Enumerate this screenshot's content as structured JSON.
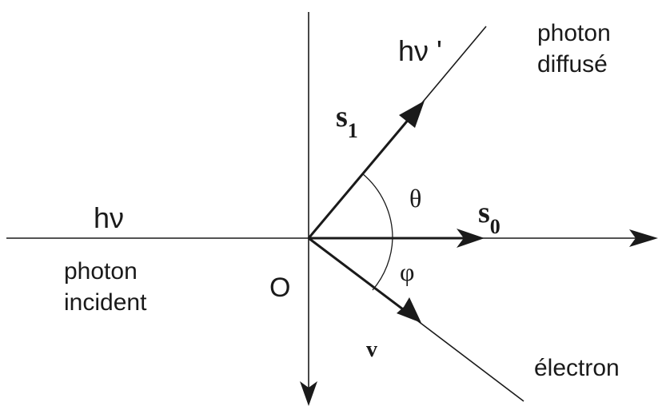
{
  "labels": {
    "incident_energy": "hν",
    "scattered_energy": "hν '",
    "incident_label_line1": "photon",
    "incident_label_line2": "incident",
    "scattered_label_line1": "photon",
    "scattered_label_line2": "diffusé",
    "electron_label": "électron",
    "origin": "O",
    "s1_base": "s",
    "s1_sub": "1",
    "s0_base": "s",
    "s0_sub": "0",
    "theta": "θ",
    "phi": "φ",
    "velocity": "v"
  }
}
